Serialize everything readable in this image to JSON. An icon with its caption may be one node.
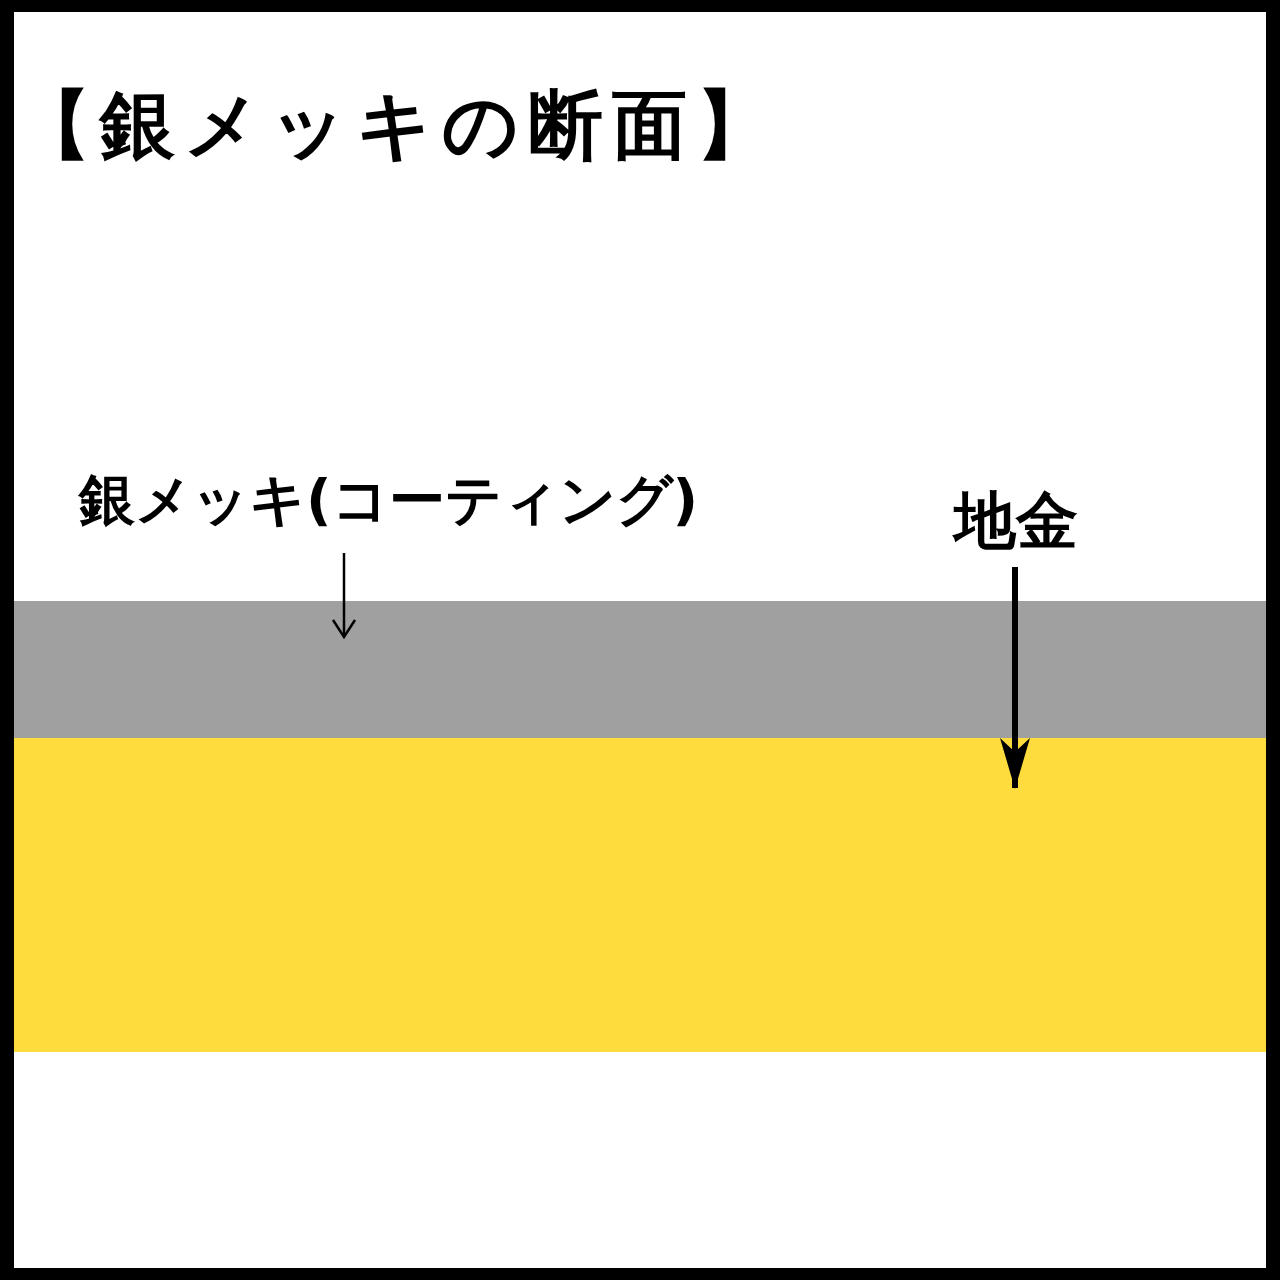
{
  "diagram": {
    "title": "【銀メッキの断面】",
    "nodes": [
      {
        "text": [
          "銀メッキ(コーティング)"
        ]
      },
      {
        "text": [
          "地金"
        ]
      },
      {
        "text": [],
        "shape": "bar"
      },
      {
        "text": [],
        "shape": "bar"
      }
    ],
    "edges": [
      {
        "from": 0,
        "to": 2,
        "arrow": "to"
      },
      {
        "from": 1,
        "to": 3,
        "arrow": "to",
        "style": "thick"
      }
    ]
  }
}
